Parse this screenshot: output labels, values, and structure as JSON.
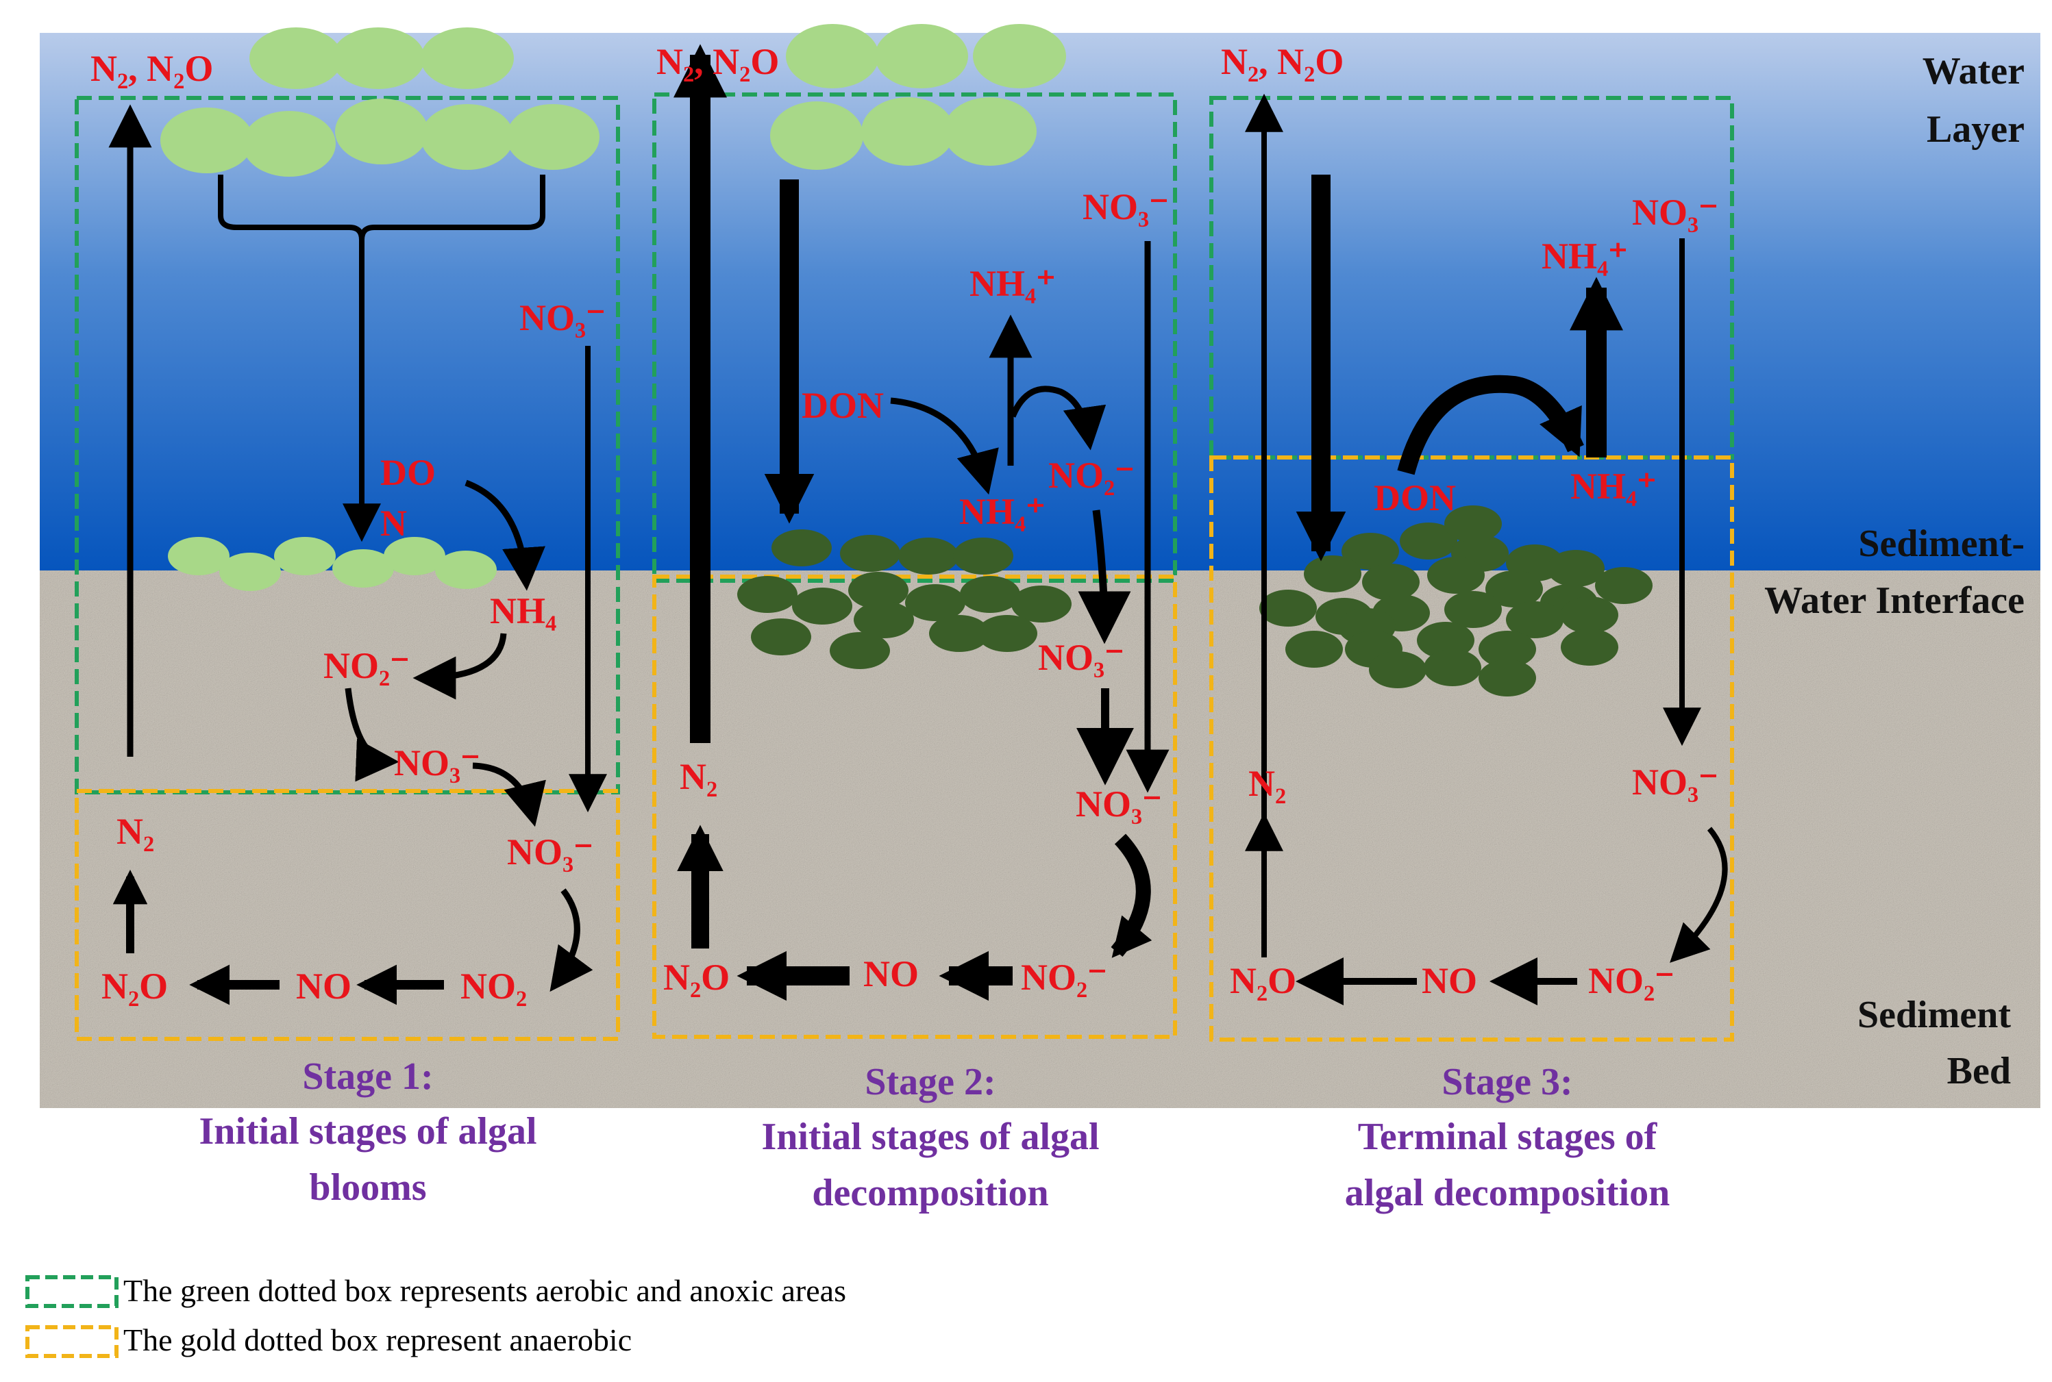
{
  "zones": {
    "water_line1": "Water",
    "water_line2": "Layer",
    "interface_line1": "Sediment-",
    "interface_line2": "Water Interface",
    "bed_line1": "Sediment",
    "bed_line2": "Bed"
  },
  "stage1": {
    "title": "Stage 1:",
    "desc_line1": "Initial stages of algal",
    "desc_line2": "blooms",
    "labels": {
      "gas": "N₂, N₂O",
      "no3_top": "NO₃⁻",
      "don_a": "DO",
      "don_b": "N",
      "nh4": "NH₄",
      "no2": "NO₂⁻",
      "no3_mid": "NO₃⁻",
      "no3_low": "NO₃⁻",
      "n2": "N₂",
      "n2o": "N₂O",
      "no": "NO",
      "no2_bottom": "NO₂"
    }
  },
  "stage2": {
    "title": "Stage 2:",
    "desc_line1": "Initial stages of algal",
    "desc_line2": "decomposition",
    "labels": {
      "gas": "N₂, N₂O",
      "no3_top": "NO₃⁻",
      "nh4_top": "NH₄⁺",
      "don": "DON",
      "nh4": "NH₄⁺",
      "no2": "NO₂⁻",
      "no3_mid": "NO₃⁻",
      "no3_low": "NO₃⁻",
      "n2": "N₂",
      "n2o": "N₂O",
      "no": "NO",
      "no2_bottom": "NO₂⁻"
    }
  },
  "stage3": {
    "title": "Stage 3:",
    "desc_line1": "Terminal stages of",
    "desc_line2": "algal decomposition",
    "labels": {
      "gas": "N₂, N₂O",
      "no3_top": "NO₃⁻",
      "nh4_top": "NH₄⁺",
      "don": "DON",
      "nh4": "NH₄⁺",
      "no3_low": "NO₃⁻",
      "n2": "N₂",
      "n2o": "N₂O",
      "no": "NO",
      "no2_bottom": "NO₂⁻"
    }
  },
  "legend": {
    "green_text": "The  green dotted box represents aerobic and anoxic areas",
    "gold_text": "The  gold dotted box represent anaerobic"
  },
  "colors": {
    "water_top": "#b4c6e7",
    "water_bottom": "#0b5cc0",
    "sediment": "#c8c2b8",
    "green_box": "#22a05a",
    "gold_box": "#f2b418",
    "live_algae": "#a8d888",
    "dead_algae": "#3a5e28",
    "chem_text": "#e8141b",
    "stage_text": "#7030a0"
  }
}
